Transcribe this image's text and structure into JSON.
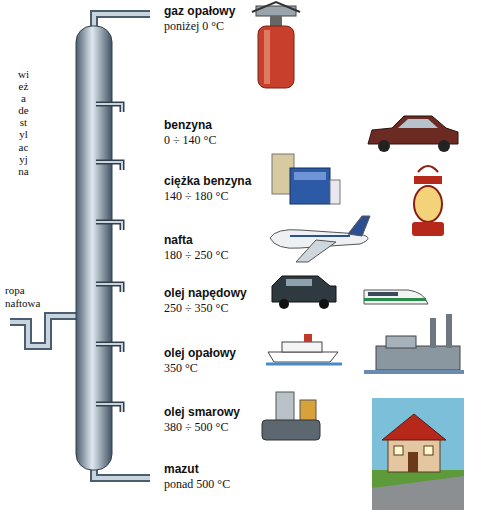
{
  "diagram": {
    "nodes": [
      {
        "text": [
          "wieża destylacyjna"
        ]
      }
    ],
    "labels": [
      "gaz opałowy",
      "poniżej 0 °C",
      "benzyna",
      "0 ÷ 140 °C",
      "ciężka benzyna",
      "140 ÷ 180 °C",
      "nafta",
      "180 ÷ 250 °C",
      "olej napędowy",
      "250 ÷ 350 °C",
      "olej opałowy",
      "350 °C",
      "olej smarowy",
      "380 ÷ 500 °C",
      "mazut",
      "ponad 500 °C",
      "ropa naftowa"
    ]
  }
}
